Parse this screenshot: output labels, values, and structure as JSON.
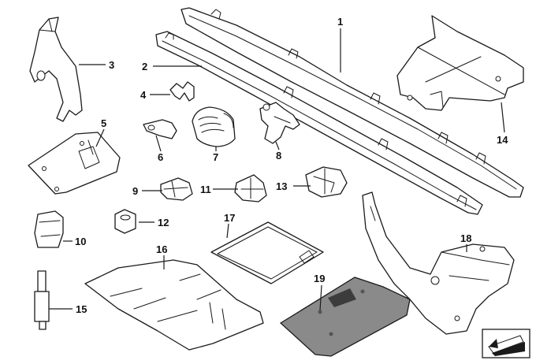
{
  "diagram": {
    "labels": [
      "1",
      "2",
      "3",
      "4",
      "5",
      "6",
      "7",
      "8",
      "9",
      "10",
      "11",
      "12",
      "13",
      "14",
      "15",
      "16",
      "17",
      "18",
      "19"
    ]
  },
  "colors": {
    "line": "#1a1a1a",
    "mat_fill": "#8a8a8a",
    "mat_dark": "#3c3c3c",
    "arrow_box": "#ffffff"
  },
  "icons": {
    "corner": "arrow-box-icon"
  }
}
